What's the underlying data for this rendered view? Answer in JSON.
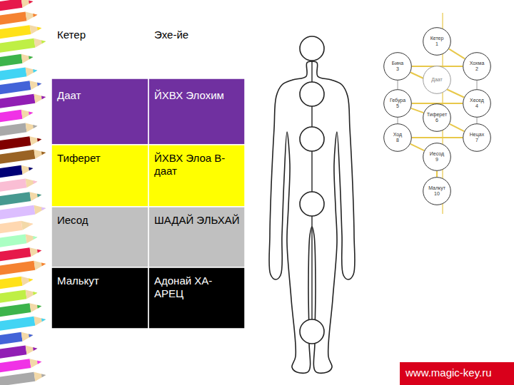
{
  "diagram": {
    "nodes": [
      {
        "text": [
          "Кетер",
          "1"
        ]
      },
      {
        "text": [
          "Бина",
          "3"
        ]
      },
      {
        "text": [
          "Хохма",
          "2"
        ]
      },
      {
        "text": [
          "Даат"
        ]
      },
      {
        "text": [
          "Гебура",
          "5"
        ]
      },
      {
        "text": [
          "Хесед",
          "4"
        ]
      },
      {
        "text": [
          "Тиферет",
          "6"
        ]
      },
      {
        "text": [
          "Ход",
          "8"
        ]
      },
      {
        "text": [
          "Нецах",
          "7"
        ]
      },
      {
        "text": [
          "Иесод",
          "9"
        ]
      },
      {
        "text": [
          "Малкут",
          "10"
        ]
      }
    ],
    "edges": [
      {
        "from": 0,
        "to": 2,
        "arrow": "none"
      },
      {
        "from": 2,
        "to": 1,
        "arrow": "none"
      },
      {
        "from": 1,
        "to": 5,
        "arrow": "none"
      },
      {
        "from": 5,
        "to": 4,
        "arrow": "none"
      },
      {
        "from": 4,
        "to": 6,
        "arrow": "none"
      },
      {
        "from": 6,
        "to": 8,
        "arrow": "none"
      },
      {
        "from": 8,
        "to": 7,
        "arrow": "none"
      },
      {
        "from": 7,
        "to": 9,
        "arrow": "none"
      },
      {
        "from": 9,
        "to": 10,
        "arrow": "none"
      },
      {
        "from": 1,
        "to": 4,
        "arrow": "none"
      },
      {
        "from": 4,
        "to": 7,
        "arrow": "none"
      },
      {
        "from": 2,
        "to": 5,
        "arrow": "none"
      },
      {
        "from": 5,
        "to": 8,
        "arrow": "none"
      }
    ],
    "labels": [
      "Кетер",
      "Эхе-йе",
      "Даат",
      "ЙХВХ Элохим",
      "Тиферет",
      "ЙХВХ Элоа В-даат",
      "Иесод",
      "ШАДАЙ ЭЛЬХАЙ",
      "Малькут",
      "Адонай ХА-АРЕЦ",
      "www.magic-key.ru"
    ]
  }
}
